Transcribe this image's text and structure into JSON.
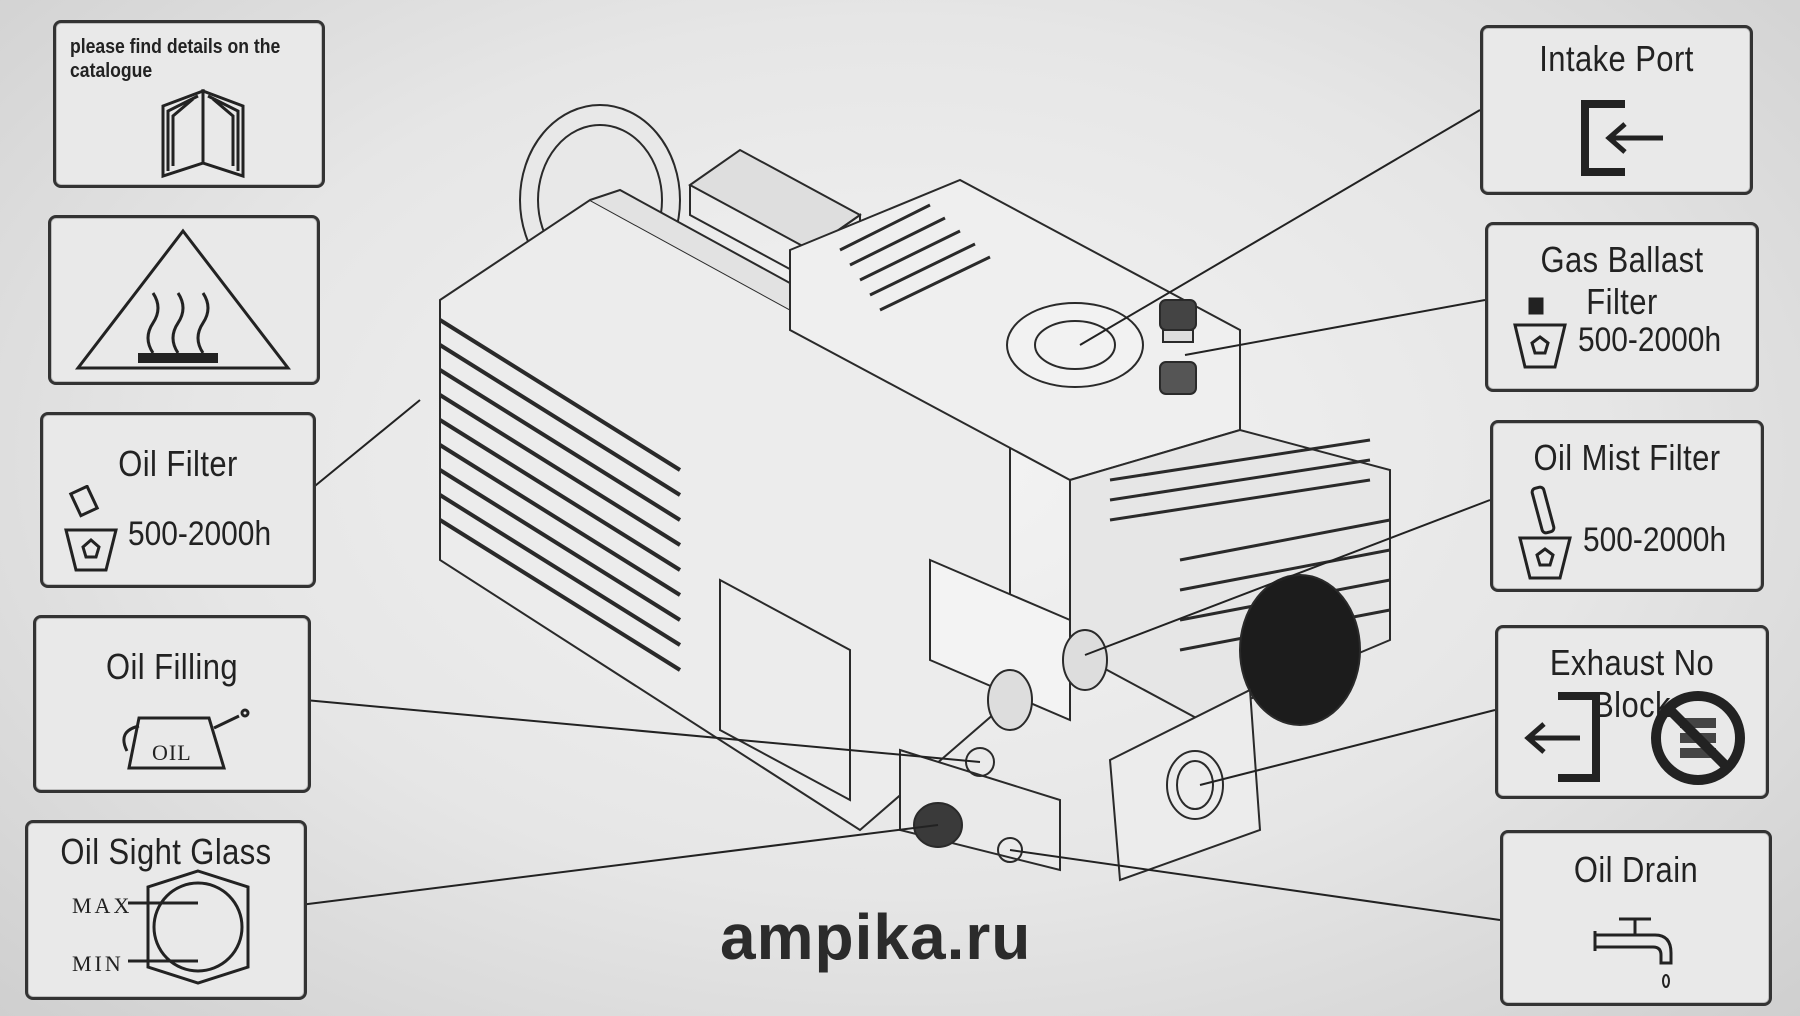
{
  "catalogue_note": "please find details on the catalogue",
  "panels": {
    "oil_filter": {
      "title": "Oil Filter",
      "interval": "500-2000h"
    },
    "oil_filling": {
      "title": "Oil Filling",
      "icon_text": "OIL"
    },
    "oil_sight_glass": {
      "title": "Oil Sight Glass",
      "max_label": "MAX",
      "min_label": "MIN"
    },
    "intake_port": {
      "title": "Intake Port"
    },
    "gas_ballast_filter": {
      "title": "Gas Ballast  Filter",
      "interval": "500-2000h"
    },
    "oil_mist_filter": {
      "title": "Oil Mist Filter",
      "interval": "500-2000h"
    },
    "exhaust": {
      "title": "Exhaust No Block"
    },
    "oil_drain": {
      "title": "Oil Drain"
    }
  },
  "watermark": "ampika.ru",
  "icons": [
    "book-icon",
    "hot-surface-warning-icon",
    "oil-filter-icon",
    "oil-can-icon",
    "sight-glass-icon",
    "intake-arrow-icon",
    "gas-ballast-icon",
    "oil-mist-filter-icon",
    "exhaust-arrow-icon",
    "no-block-icon",
    "tap-icon"
  ]
}
